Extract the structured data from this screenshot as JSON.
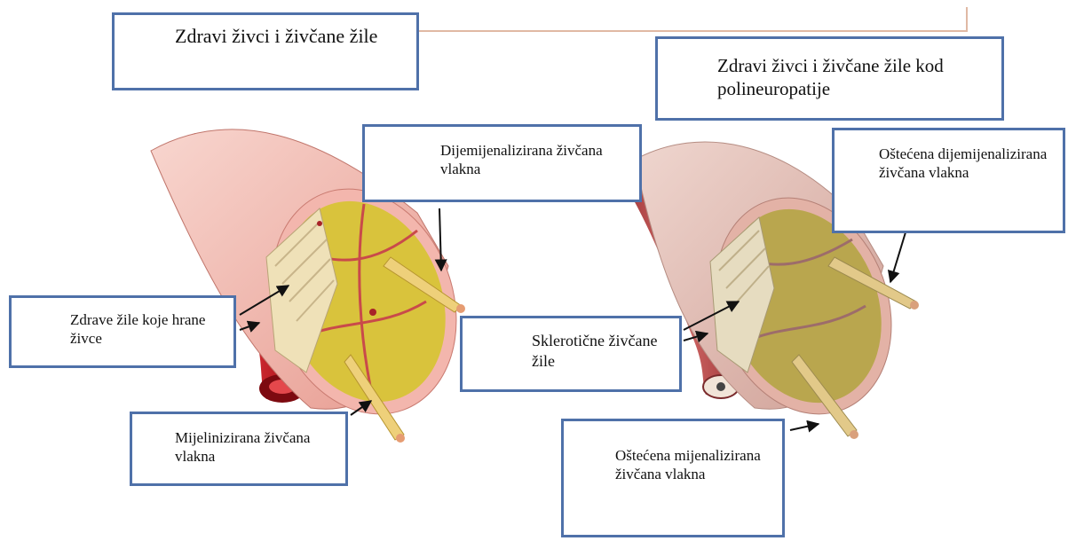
{
  "colors": {
    "box_border": "#4f71a9",
    "artery": "#c8232a",
    "healthy_fiber": "#d8c33c",
    "damaged_fiber": "#b9a64e",
    "sheath": "#f2b0a8",
    "arrow": "#111111"
  },
  "labels": {
    "healthy_title": "Zdravi živci i živčane žile",
    "neuropathy_title": "Zdravi živci i živčane žile kod polineuropatije",
    "demyelinated_fibers": "Dijemijenalizirana živčana vlakna",
    "healthy_vessels": "Zdrave žile koje hrane živce",
    "myelinated_fibers": "Mijelinizirana živčana vlakna",
    "damaged_demyelinated": "Oštećena dijemijenalizirana živčana vlakna",
    "sclerotic_vessels": "Sklerotične živčane žile",
    "damaged_myelinated": "Oštećena mijenalizirana živčana vlakna"
  }
}
